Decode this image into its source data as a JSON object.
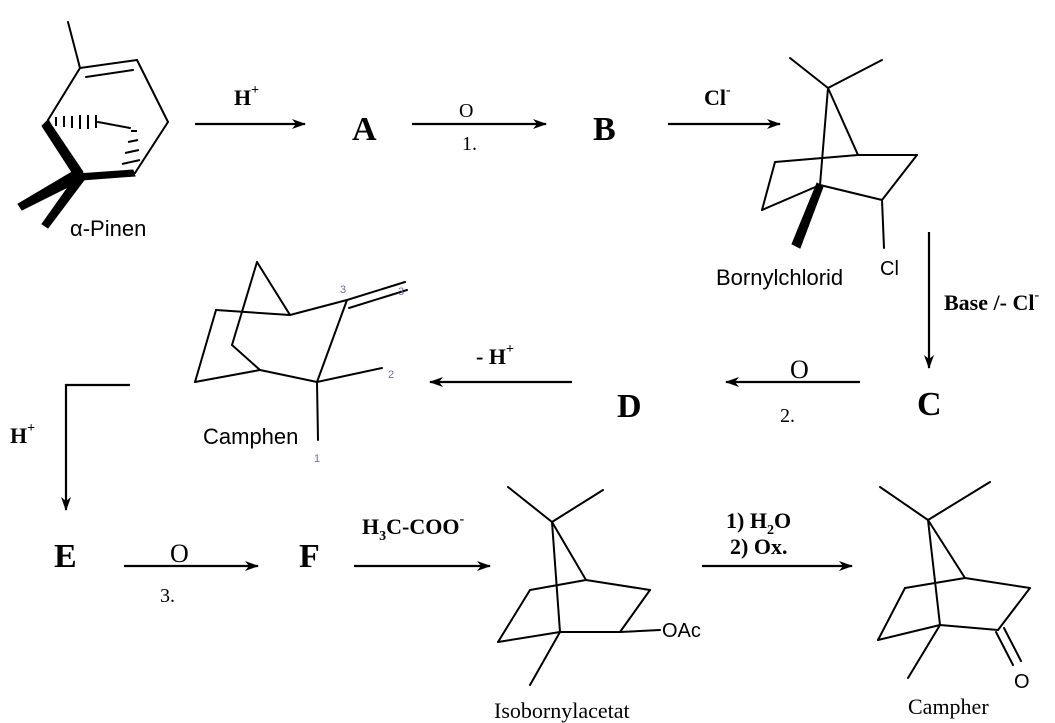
{
  "compounds": {
    "pinene": "α-Pinen",
    "bornylchloride": "Bornylchlorid",
    "camphene": "Camphen",
    "isobornylacetate": "Isobornylacetat",
    "camphor": "Campher"
  },
  "intermediates": {
    "A": "A",
    "B": "B",
    "C": "C",
    "D": "D",
    "E": "E",
    "F": "F"
  },
  "reagents": {
    "step1_top": "H",
    "step1_sup": "+",
    "step2_top": "O",
    "step2_bottom": "1.",
    "step3_top": "Cl",
    "step3_sup": "-",
    "step4_pre": "Base /- Cl",
    "step4_sup": "-",
    "step5_top": "O",
    "step5_bottom": "2.",
    "step6_pre": "- H",
    "step6_sup": "+",
    "step7_pre": "H",
    "step7_sup": "+",
    "step8_top": "O",
    "step8_bottom": "3.",
    "step9_pre": "H",
    "step9_sub": "3",
    "step9_post": "C-COO",
    "step9_sup": "-",
    "step10_line1_pre": "1) H",
    "step10_line1_sub": "2",
    "step10_line1_post": "O",
    "step10_line2": "2) Ox."
  },
  "atom_labels": {
    "chlorine": "Cl",
    "acetate": "OAc",
    "oxygen": "O"
  },
  "annotations": {
    "c3": "3",
    "c2": "2",
    "c1": "1"
  }
}
